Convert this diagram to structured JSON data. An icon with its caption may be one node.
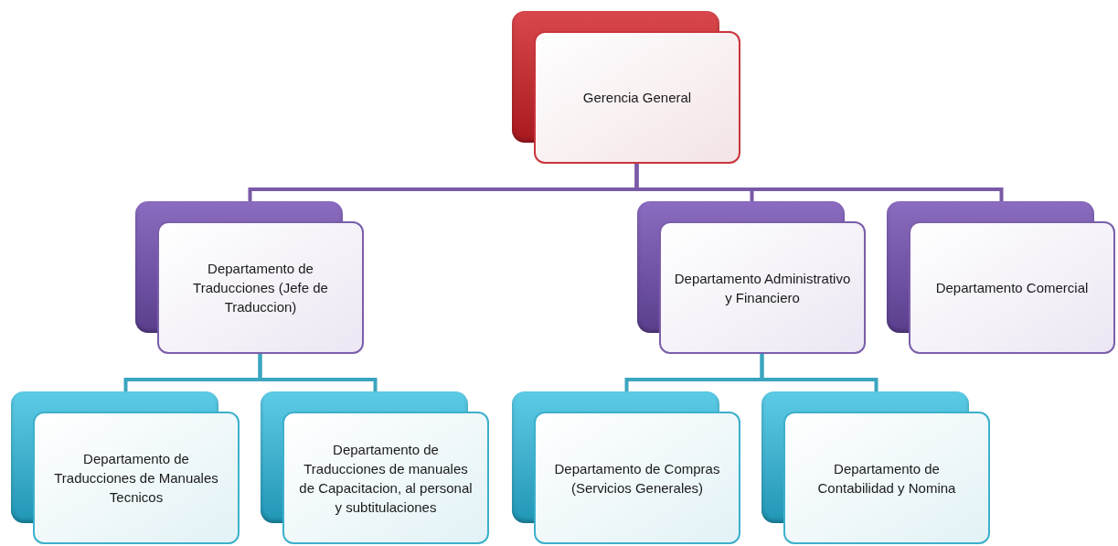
{
  "diagram": {
    "nodes": [
      {
        "text": [
          "Gerencia General"
        ]
      },
      {
        "text": [
          "Departamento de Traducciones (Jefe de Traduccion)"
        ]
      },
      {
        "text": [
          "Departamento Administrativo y Financiero"
        ]
      },
      {
        "text": [
          "Departamento Comercial"
        ]
      },
      {
        "text": [
          "Departamento de Traducciones de Manuales Tecnicos"
        ]
      },
      {
        "text": [
          "Departamento de Traducciones de manuales de Capacitacion, al personal y subtitulaciones"
        ]
      },
      {
        "text": [
          "Departamento de Compras (Servicios Generales)"
        ]
      },
      {
        "text": [
          "Departamento de Contabilidad y Nomina"
        ]
      }
    ],
    "edges": [
      {
        "from": 0,
        "to": 1,
        "arrow": "none"
      },
      {
        "from": 0,
        "to": 2,
        "arrow": "none"
      },
      {
        "from": 0,
        "to": 3,
        "arrow": "none"
      },
      {
        "from": 1,
        "to": 4,
        "arrow": "none"
      },
      {
        "from": 1,
        "to": 5,
        "arrow": "none"
      },
      {
        "from": 2,
        "to": 6,
        "arrow": "none"
      },
      {
        "from": 2,
        "to": 7,
        "arrow": "none"
      }
    ]
  }
}
